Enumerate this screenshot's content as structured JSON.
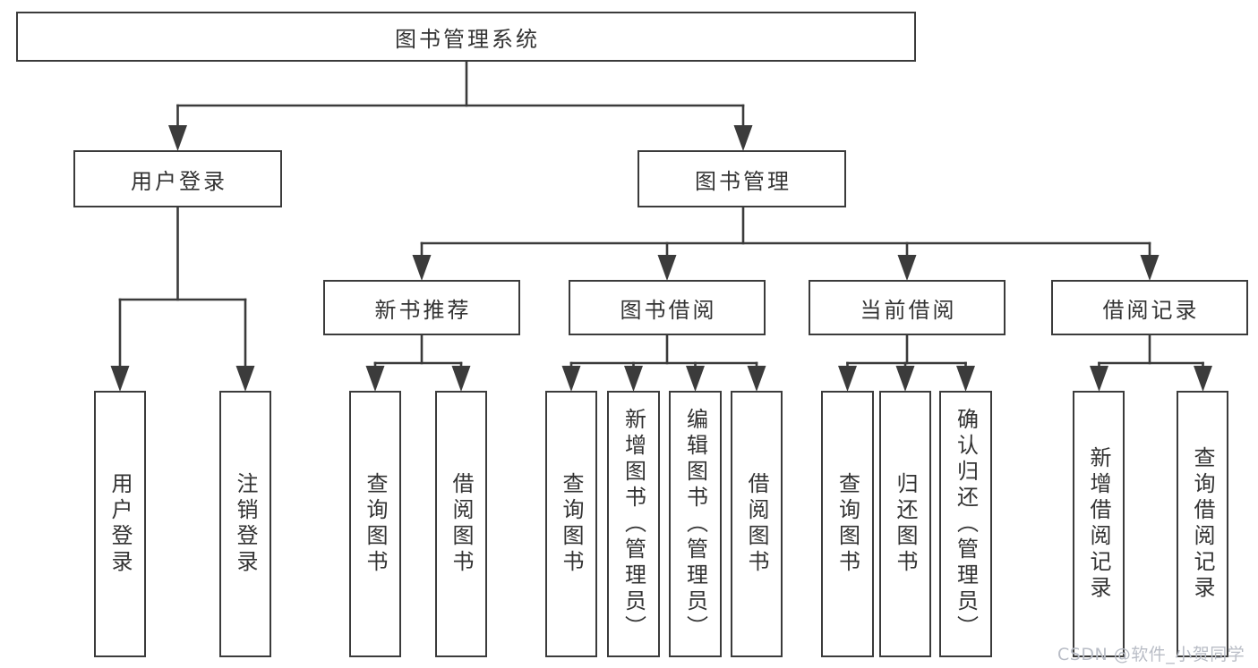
{
  "diagram_title": "图书管理系统",
  "tree": {
    "label": "图书管理系统",
    "children": [
      {
        "label": "用户登录",
        "children": [
          {
            "label": "用户登录"
          },
          {
            "label": "注销登录"
          }
        ]
      },
      {
        "label": "图书管理",
        "children": [
          {
            "label": "新书推荐",
            "children": [
              {
                "label": "查询图书"
              },
              {
                "label": "借阅图书"
              }
            ]
          },
          {
            "label": "图书借阅",
            "children": [
              {
                "label": "查询图书"
              },
              {
                "label": "新增图书（管理员）"
              },
              {
                "label": "编辑图书（管理员）"
              },
              {
                "label": "借阅图书"
              }
            ]
          },
          {
            "label": "当前借阅",
            "children": [
              {
                "label": "查询图书"
              },
              {
                "label": "归还图书"
              },
              {
                "label": "确认归还（管理员）"
              }
            ]
          },
          {
            "label": "借阅记录",
            "children": [
              {
                "label": "新增借阅记录"
              },
              {
                "label": "查询借阅记录"
              }
            ]
          }
        ]
      }
    ]
  },
  "watermark": {
    "text": "CSDN @软件_小贺同学"
  },
  "colors": {
    "line": "#3b3b3b",
    "box_border": "#3b3b3b",
    "text": "#333333",
    "watermark": "#b9bdc6",
    "background": "#ffffff"
  }
}
